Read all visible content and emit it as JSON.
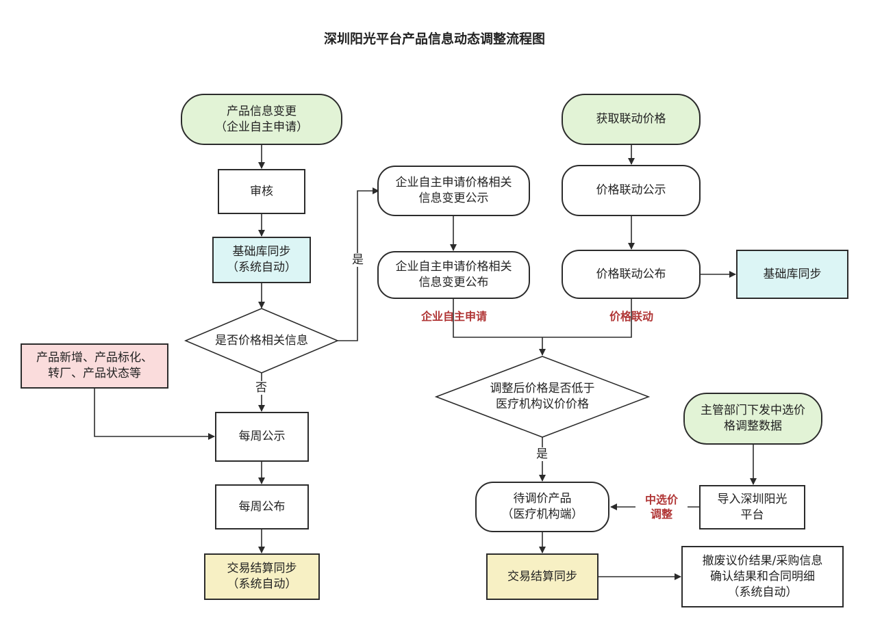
{
  "title": "深圳阳光平台产品信息动态调整流程图",
  "nodes": {
    "change_apply": "产品信息变更\n（企业自主申请）",
    "review": "审核",
    "base_sync_left": "基础库同步\n（系统自动）",
    "price_related_q": "是否价格相关信息",
    "new_products": "产品新增、产品标化、\n转厂、产品状态等",
    "weekly_publicity": "每周公示",
    "weekly_release": "每周公布",
    "trade_sync_left": "交易结算同步\n（系统自动）",
    "ent_publicity": "企业自主申请价格相关\n信息变更公示",
    "ent_release": "企业自主申请价格相关\n信息变更公布",
    "get_linked_price": "获取联动价格",
    "linked_publicity": "价格联动公示",
    "linked_release": "价格联动公布",
    "base_sync_right": "基础库同步",
    "lower_price_q": "调整后价格是否低于\n医疗机构议价价格",
    "pending_products": "待调价产品\n（医疗机构端）",
    "trade_sync_right": "交易结算同步",
    "revoke": "撤废议价结果/采购信息\n确认结果和合同明细\n（系统自动）",
    "authority_issue": "主管部门下发中选价\n格调整数据",
    "import_platform": "导入深圳阳光\n平台"
  },
  "labels": {
    "yes_top": "是",
    "no": "否",
    "yes_bottom": "是",
    "ent_apply": "企业自主申请",
    "price_link": "价格联动",
    "selected_price_adjust": "中选价\n调整"
  },
  "colors": {
    "green": "#e2f3d6",
    "cyan": "#dcf5f5",
    "yellow": "#f7f0c4",
    "pink": "#fadcdc",
    "accent_red": "#b03535",
    "line": "#2b2b2b"
  }
}
